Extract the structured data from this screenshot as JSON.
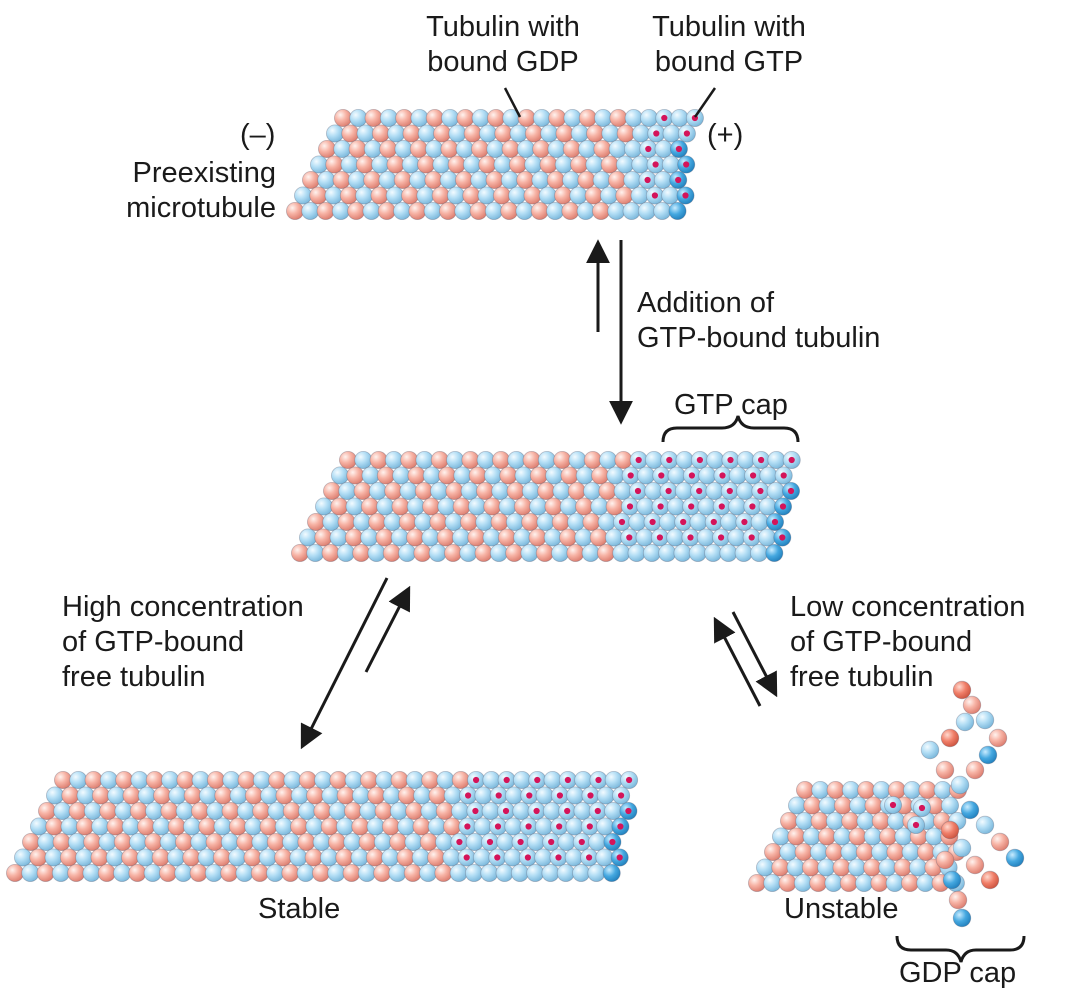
{
  "labels": {
    "tubulin_gdp": "Tubulin with\nbound GDP",
    "tubulin_gtp": "Tubulin with\nbound GTP",
    "minus_end": "(–)",
    "plus_end": "(+)",
    "preexisting": "Preexisting\nmicrotubule",
    "addition": "Addition of\nGTP-bound tubulin",
    "gtp_cap": "GTP cap",
    "high_conc": "High concentration\nof GTP-bound\nfree tubulin",
    "low_conc": "Low concentration\nof GTP-bound\nfree tubulin",
    "stable": "Stable",
    "unstable": "Unstable",
    "gdp_cap": "GDP cap"
  },
  "colors": {
    "gdp_subunit": "#f4a79a",
    "gdp_subunit_blue": "#a9d8f3",
    "gtp_subunit": "#49aee3",
    "gtp_dot": "#d4145a",
    "arrow": "#1a1a1a"
  },
  "icons": {
    "subunit": "sphere-icon",
    "gtp_marker": "gtp-dot-icon",
    "arrow": "arrow-icon",
    "bracket": "bracket-icon"
  }
}
